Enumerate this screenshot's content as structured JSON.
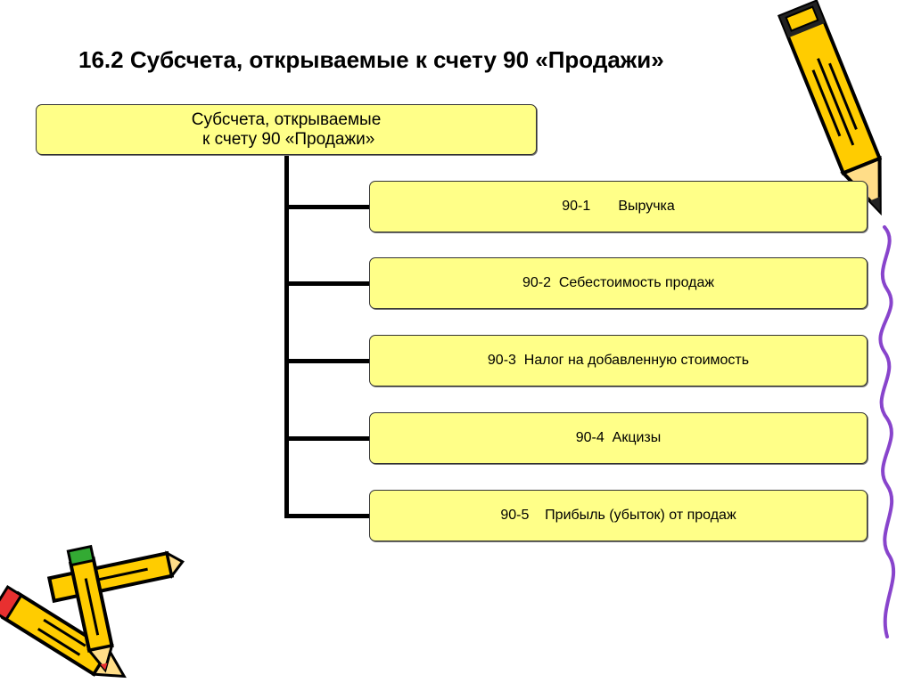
{
  "slide": {
    "title": "16.2 Субсчета, открываемые к счету 90 «Продажи»"
  },
  "diagram": {
    "root": {
      "line1": "Субсчета, открываемые",
      "line2": " к счету 90 «Продажи»"
    },
    "children": [
      {
        "label": "90-1       Выручка"
      },
      {
        "label": "90-2  Себестоимость продаж"
      },
      {
        "label": "90-3  Налог на добавленную стоимость"
      },
      {
        "label": "90-4  Акцизы"
      },
      {
        "label": "90-5    Прибыль (убыток) от продаж"
      }
    ]
  },
  "colors": {
    "box_fill": "#ffff88",
    "pencil_body": "#ffcc00",
    "pencil_tip_red": "#e83030",
    "pencil_tip_green": "#33aa33",
    "wavy_line": "#8844cc"
  },
  "icons": [
    "pencil-icon",
    "crossed-pencils-icon",
    "wavy-line-decoration"
  ]
}
